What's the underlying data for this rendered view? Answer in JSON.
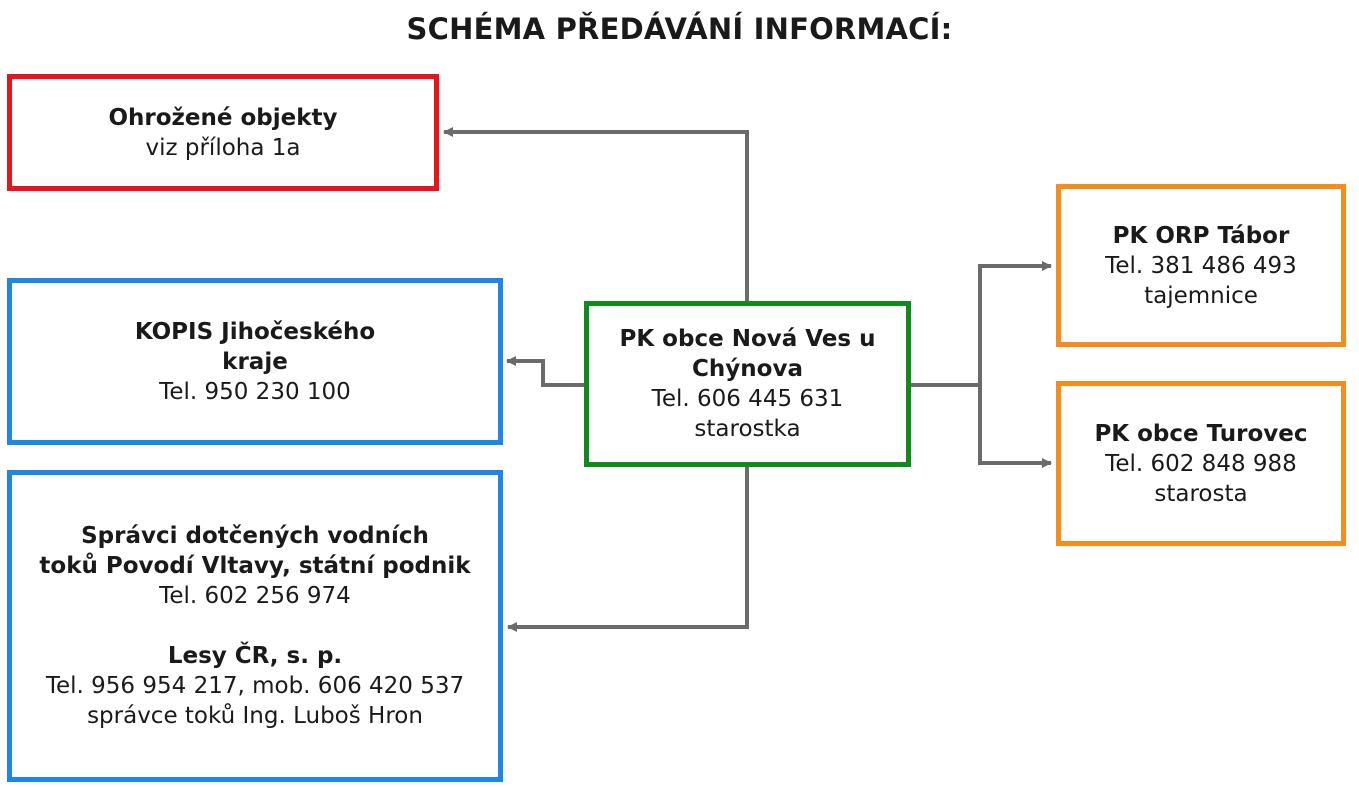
{
  "title": "SCHÉMA PŘEDÁVÁNÍ INFORMACÍ:",
  "colors": {
    "red": "#e8141c",
    "blue": "#1e86e8",
    "green": "#108a1a",
    "orange": "#f58d1e",
    "arrow": "#6b6b6b"
  },
  "nodes": {
    "center": {
      "name": "PK obce Nová Ves u Chýnova",
      "phone": "Tel. 606 445 631",
      "role": "starostka"
    },
    "threatened": {
      "name": "Ohrožené objekty",
      "note": "viz příloha 1a"
    },
    "kopis": {
      "name_line1": "KOPIS Jihočeského",
      "name_line2": "kraje",
      "phone": "Tel. 950 230 100"
    },
    "managers": {
      "name_line1": "Správci dotčených vodních",
      "name_line2": "toků Povodí Vltavy, státní podnik",
      "phone": "Tel. 602 256 974",
      "second_name": "Lesy ČR, s. p.",
      "second_phone": "Tel. 956 954 217, mob. 606 420 537",
      "second_role": "správce toků Ing. Luboš Hron"
    },
    "orp": {
      "name": "PK ORP Tábor",
      "phone": "Tel. 381 486 493",
      "role": "tajemnice"
    },
    "turovec": {
      "name": "PK obce Turovec",
      "phone": "Tel. 602 848 988",
      "role": "starosta"
    }
  }
}
